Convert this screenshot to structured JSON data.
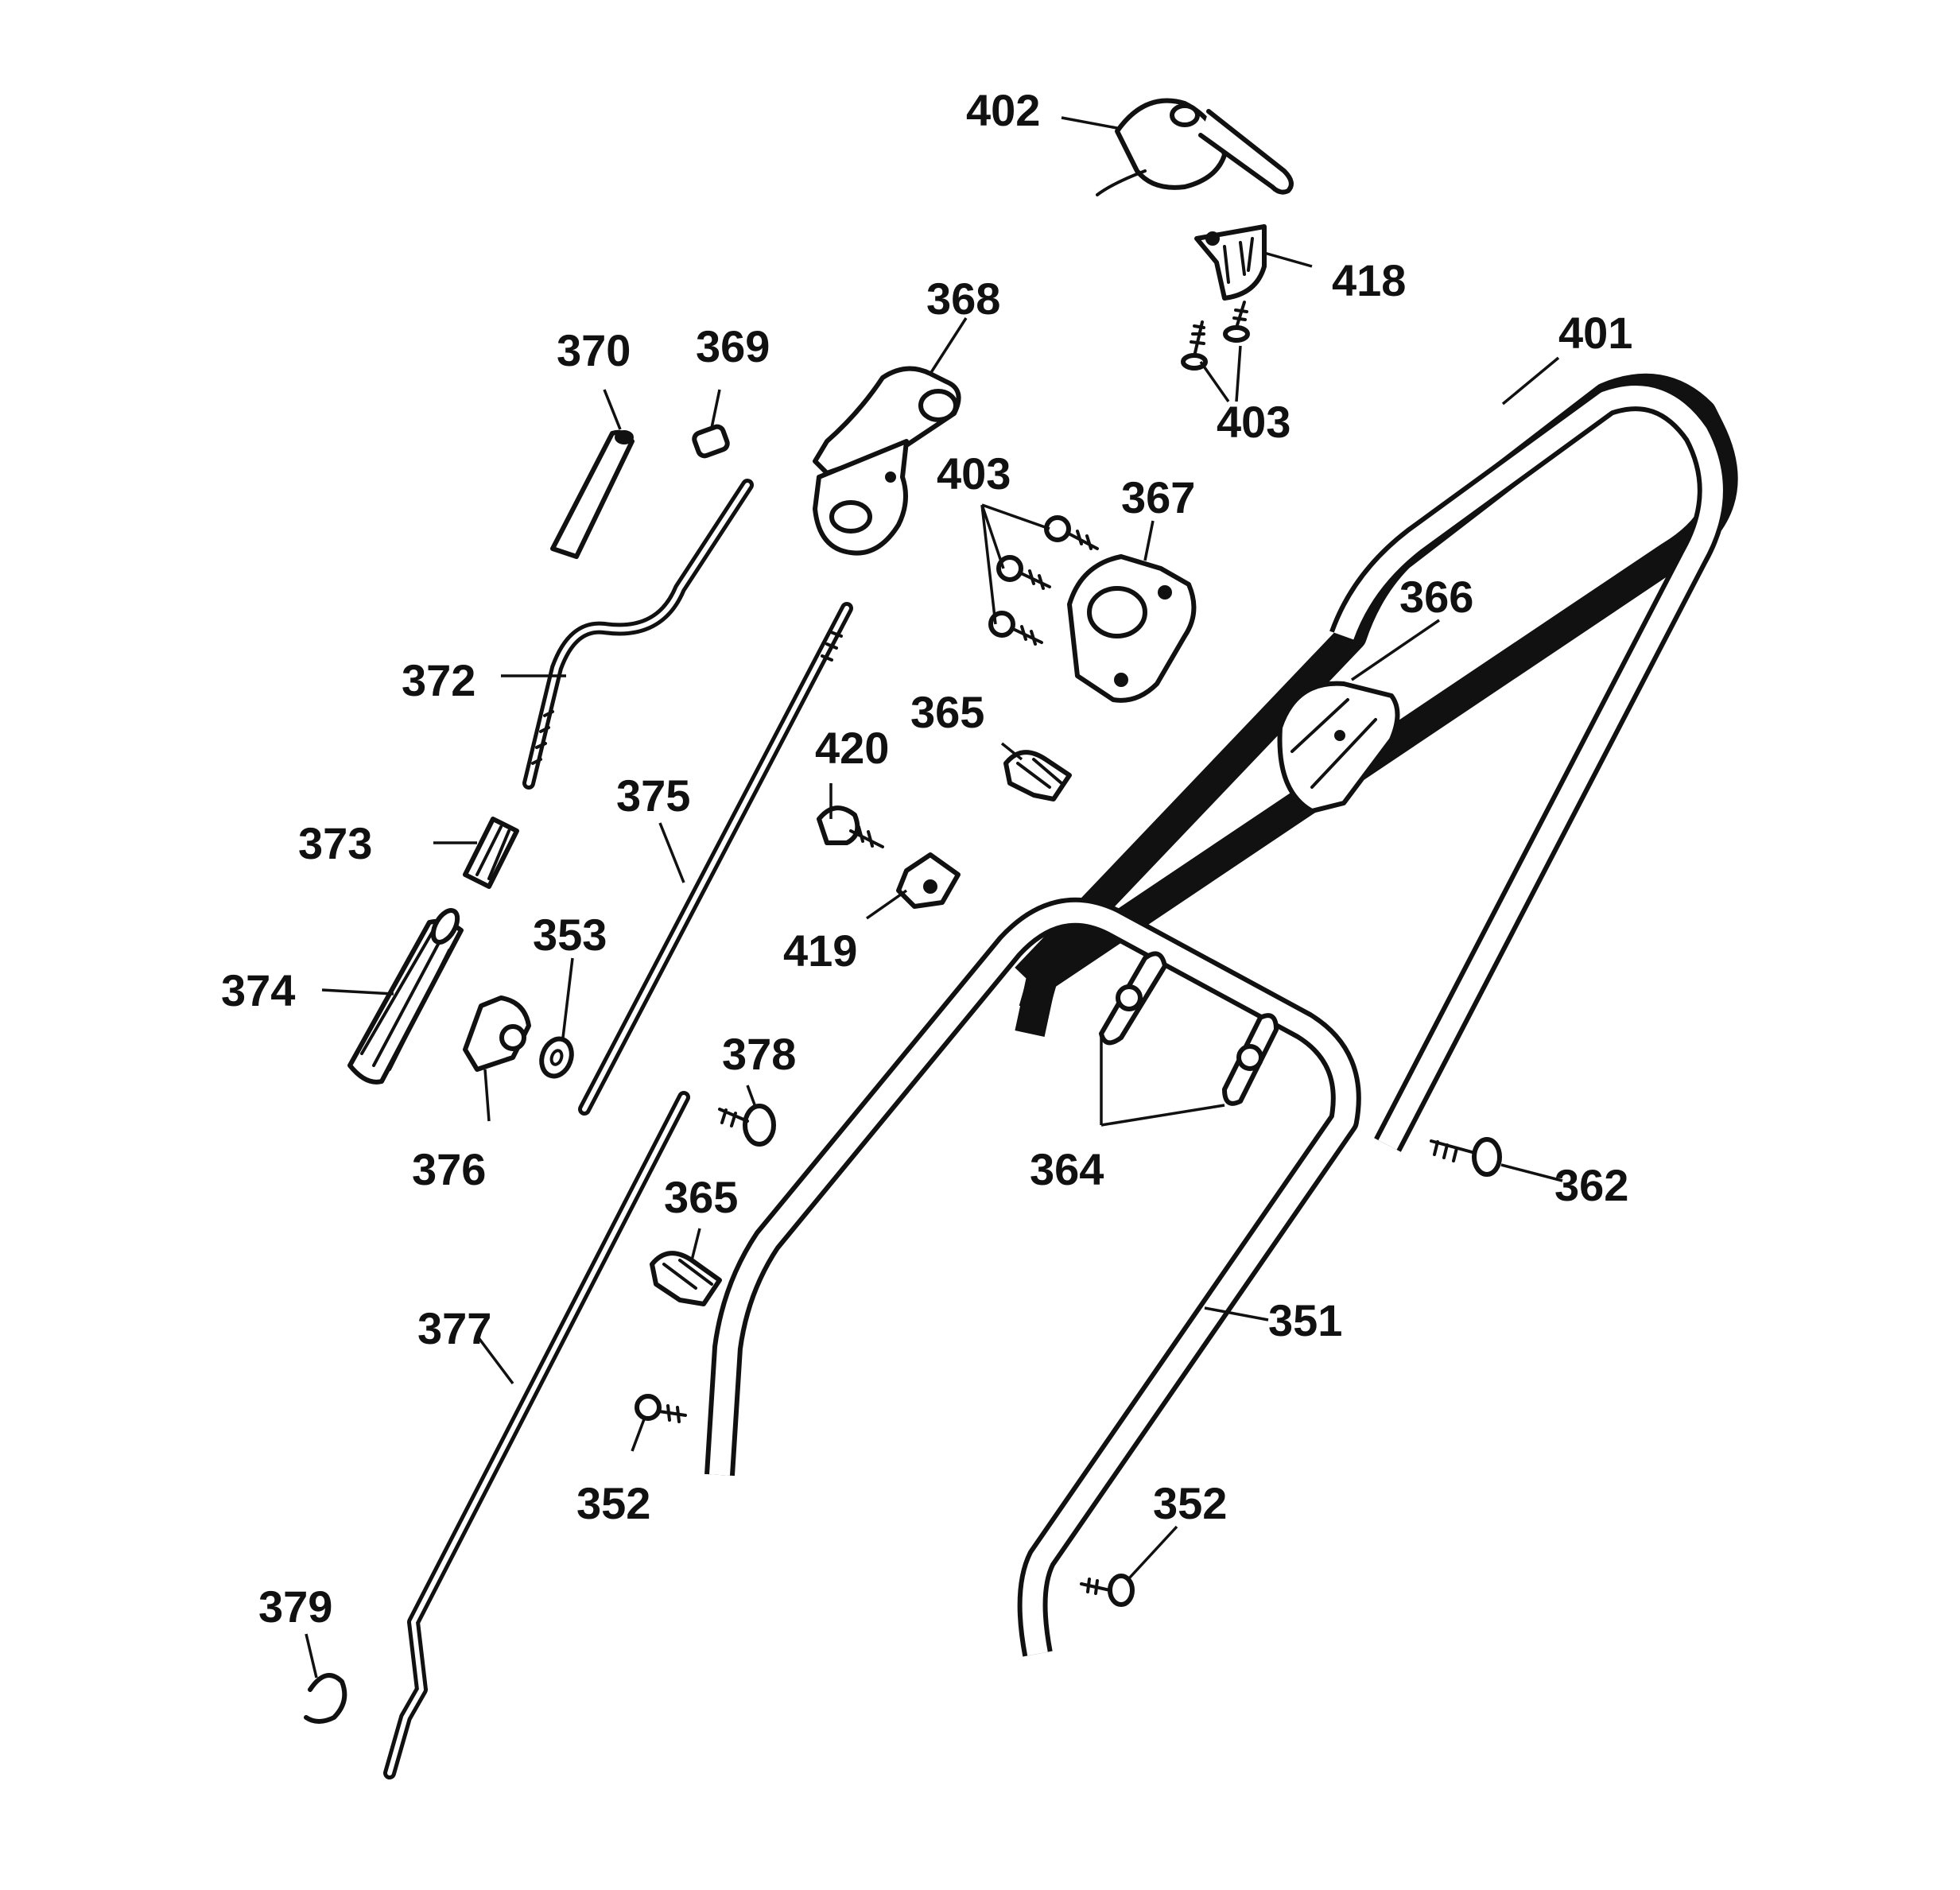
{
  "callouts": [
    {
      "id": "c402",
      "label": "402"
    },
    {
      "id": "c418",
      "label": "418"
    },
    {
      "id": "c401",
      "label": "401"
    },
    {
      "id": "c368",
      "label": "368"
    },
    {
      "id": "c370",
      "label": "370"
    },
    {
      "id": "c369",
      "label": "369"
    },
    {
      "id": "c403a",
      "label": "403"
    },
    {
      "id": "c403b",
      "label": "403"
    },
    {
      "id": "c367",
      "label": "367"
    },
    {
      "id": "c366",
      "label": "366"
    },
    {
      "id": "c372",
      "label": "372"
    },
    {
      "id": "c365a",
      "label": "365"
    },
    {
      "id": "c420",
      "label": "420"
    },
    {
      "id": "c375",
      "label": "375"
    },
    {
      "id": "c373",
      "label": "373"
    },
    {
      "id": "c353",
      "label": "353"
    },
    {
      "id": "c419",
      "label": "419"
    },
    {
      "id": "c374",
      "label": "374"
    },
    {
      "id": "c378",
      "label": "378"
    },
    {
      "id": "c376",
      "label": "376"
    },
    {
      "id": "c364",
      "label": "364"
    },
    {
      "id": "c362",
      "label": "362"
    },
    {
      "id": "c365b",
      "label": "365"
    },
    {
      "id": "c351",
      "label": "351"
    },
    {
      "id": "c377",
      "label": "377"
    },
    {
      "id": "c352a",
      "label": "352"
    },
    {
      "id": "c352b",
      "label": "352"
    },
    {
      "id": "c379",
      "label": "379"
    }
  ]
}
